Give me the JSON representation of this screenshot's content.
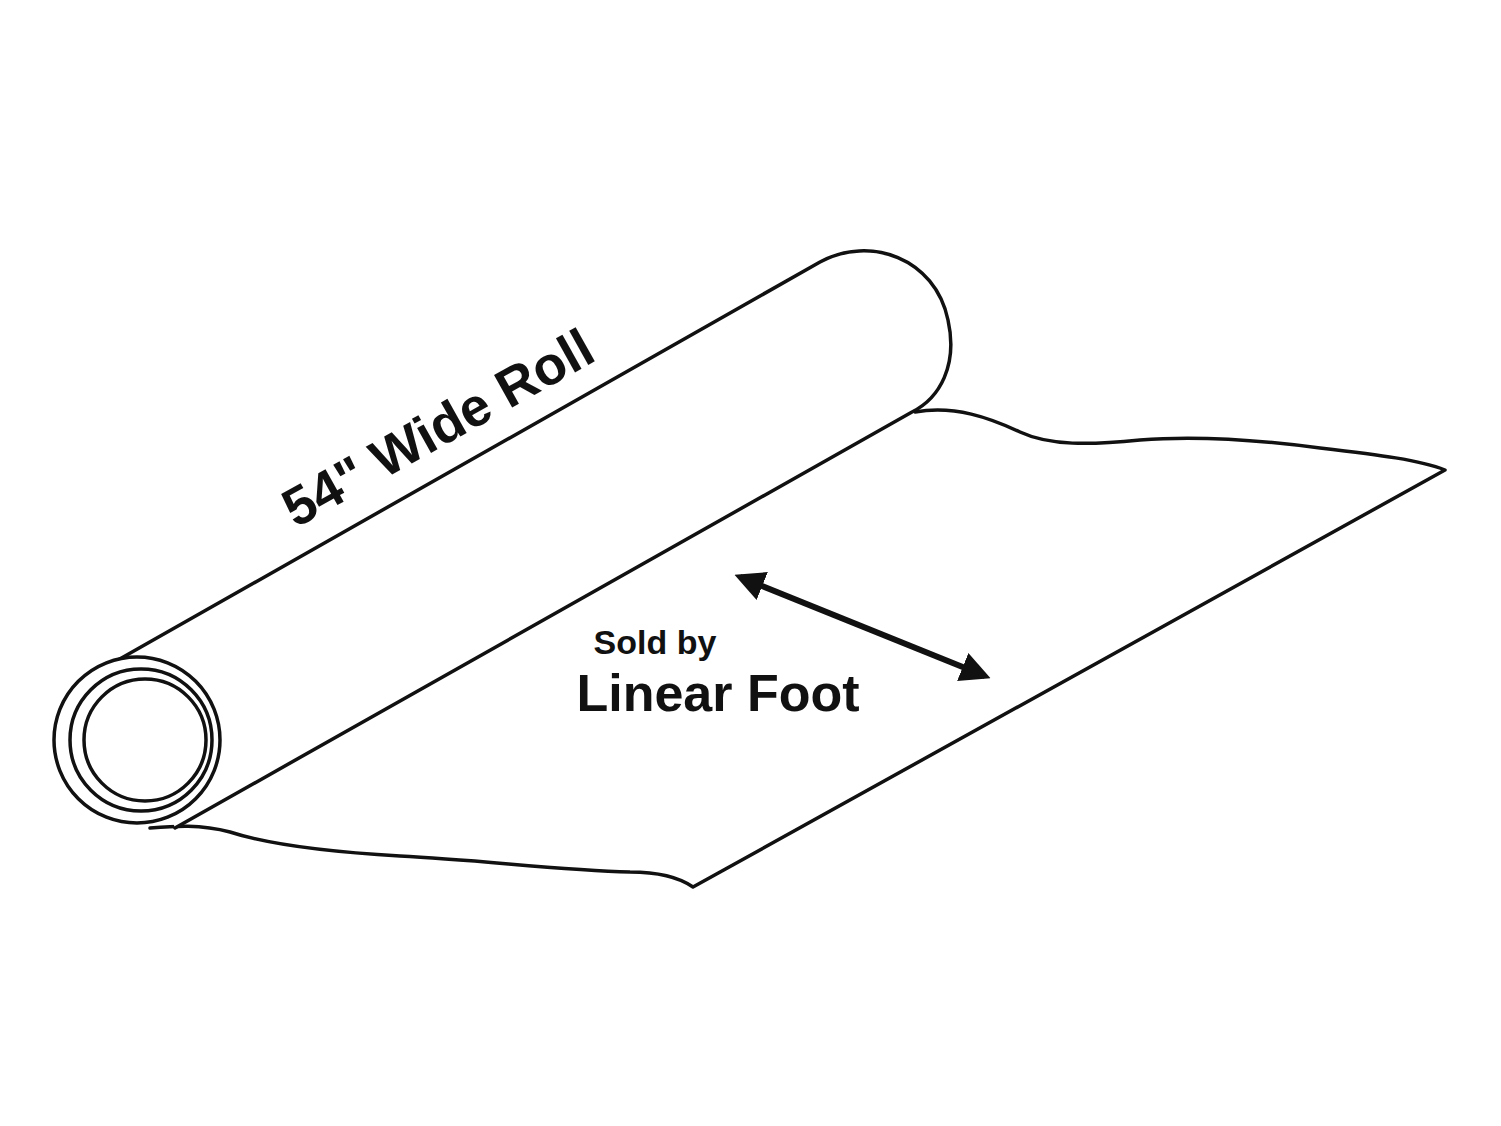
{
  "diagram": {
    "labels": [
      "54\" Wide Roll",
      "Sold by",
      "Linear Foot"
    ]
  }
}
